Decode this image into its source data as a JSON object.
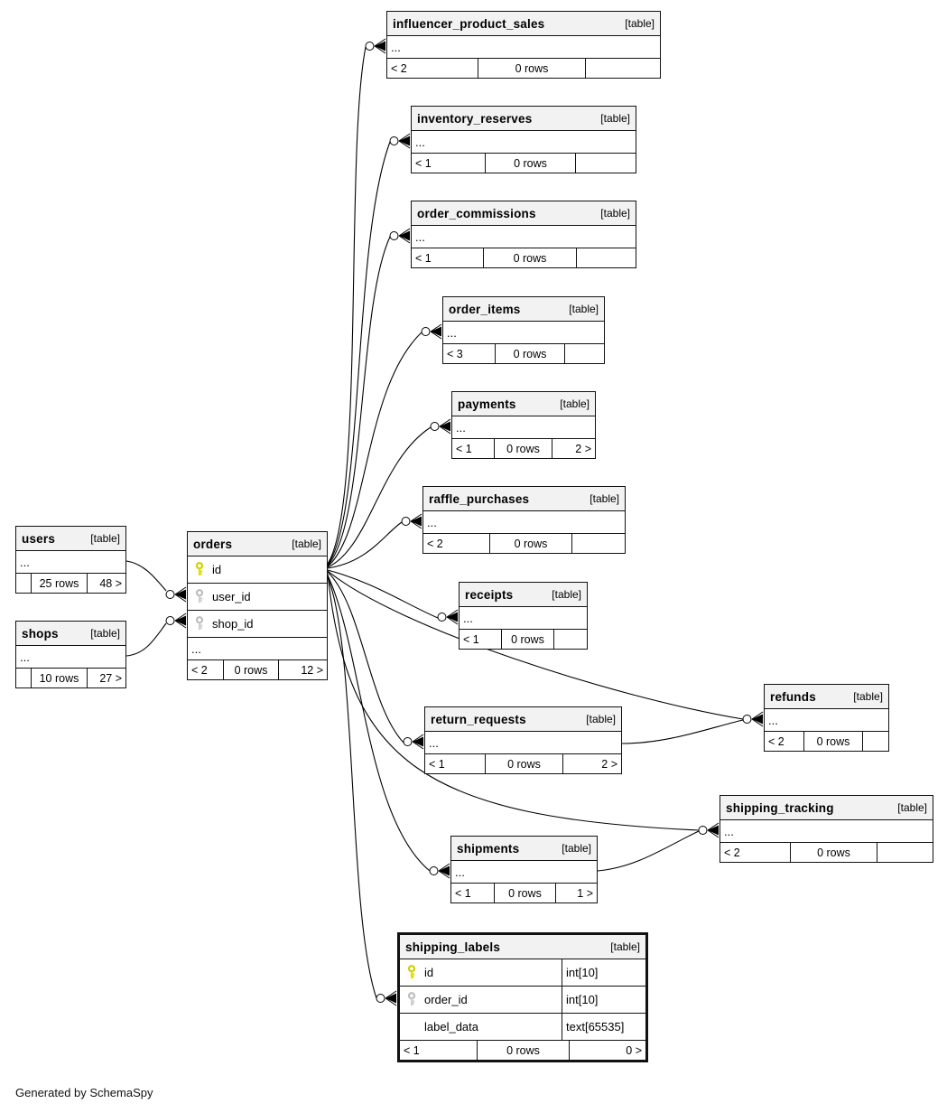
{
  "footer_note": "Generated by SchemaSpy",
  "colors": {
    "pk_key": "#e0e000",
    "fk_key": "#cfcfcf",
    "header_bg": "#f2f2f2",
    "border": "#111111"
  },
  "tables": {
    "influencer_product_sales": {
      "name": "influencer_product_sales",
      "tag": "[table]",
      "ellipsis": "...",
      "footer": {
        "parents": "< 2",
        "rows": "0 rows",
        "children": ""
      }
    },
    "inventory_reserves": {
      "name": "inventory_reserves",
      "tag": "[table]",
      "ellipsis": "...",
      "footer": {
        "parents": "< 1",
        "rows": "0 rows",
        "children": ""
      }
    },
    "order_commissions": {
      "name": "order_commissions",
      "tag": "[table]",
      "ellipsis": "...",
      "footer": {
        "parents": "< 1",
        "rows": "0 rows",
        "children": ""
      }
    },
    "order_items": {
      "name": "order_items",
      "tag": "[table]",
      "ellipsis": "...",
      "footer": {
        "parents": "< 3",
        "rows": "0 rows",
        "children": ""
      }
    },
    "payments": {
      "name": "payments",
      "tag": "[table]",
      "ellipsis": "...",
      "footer": {
        "parents": "< 1",
        "rows": "0 rows",
        "children": "2 >"
      }
    },
    "raffle_purchases": {
      "name": "raffle_purchases",
      "tag": "[table]",
      "ellipsis": "...",
      "footer": {
        "parents": "< 2",
        "rows": "0 rows",
        "children": ""
      }
    },
    "receipts": {
      "name": "receipts",
      "tag": "[table]",
      "ellipsis": "...",
      "footer": {
        "parents": "< 1",
        "rows": "0 rows",
        "children": ""
      }
    },
    "users": {
      "name": "users",
      "tag": "[table]",
      "ellipsis": "...",
      "footer": {
        "parents": "",
        "rows": "25 rows",
        "children": "48 >"
      }
    },
    "shops": {
      "name": "shops",
      "tag": "[table]",
      "ellipsis": "...",
      "footer": {
        "parents": "",
        "rows": "10 rows",
        "children": "27 >"
      }
    },
    "orders": {
      "name": "orders",
      "tag": "[table]",
      "ellipsis": "...",
      "columns": [
        {
          "icon": "primary-key",
          "name": "id"
        },
        {
          "icon": "foreign-key",
          "name": "user_id"
        },
        {
          "icon": "foreign-key",
          "name": "shop_id"
        }
      ],
      "footer": {
        "parents": "< 2",
        "rows": "0 rows",
        "children": "12 >"
      }
    },
    "refunds": {
      "name": "refunds",
      "tag": "[table]",
      "ellipsis": "...",
      "footer": {
        "parents": "< 2",
        "rows": "0 rows",
        "children": ""
      }
    },
    "return_requests": {
      "name": "return_requests",
      "tag": "[table]",
      "ellipsis": "...",
      "footer": {
        "parents": "< 1",
        "rows": "0 rows",
        "children": "2 >"
      }
    },
    "shipping_tracking": {
      "name": "shipping_tracking",
      "tag": "[table]",
      "ellipsis": "...",
      "footer": {
        "parents": "< 2",
        "rows": "0 rows",
        "children": ""
      }
    },
    "shipments": {
      "name": "shipments",
      "tag": "[table]",
      "ellipsis": "...",
      "footer": {
        "parents": "< 1",
        "rows": "0 rows",
        "children": "1 >"
      }
    },
    "shipping_labels": {
      "name": "shipping_labels",
      "tag": "[table]",
      "columns": [
        {
          "icon": "primary-key",
          "name": "id",
          "type": "int[10]"
        },
        {
          "icon": "foreign-key",
          "name": "order_id",
          "type": "int[10]"
        },
        {
          "icon": "",
          "name": "label_data",
          "type": "text[65535]"
        }
      ],
      "footer": {
        "parents": "< 1",
        "rows": "0 rows",
        "children": "0 >"
      }
    }
  },
  "relationships": [
    {
      "from": "users",
      "to": "orders"
    },
    {
      "from": "shops",
      "to": "orders"
    },
    {
      "from": "orders",
      "to": "influencer_product_sales"
    },
    {
      "from": "orders",
      "to": "inventory_reserves"
    },
    {
      "from": "orders",
      "to": "order_commissions"
    },
    {
      "from": "orders",
      "to": "order_items"
    },
    {
      "from": "orders",
      "to": "payments"
    },
    {
      "from": "orders",
      "to": "raffle_purchases"
    },
    {
      "from": "orders",
      "to": "receipts"
    },
    {
      "from": "orders",
      "to": "return_requests"
    },
    {
      "from": "orders",
      "to": "refunds"
    },
    {
      "from": "orders",
      "to": "shipping_tracking"
    },
    {
      "from": "orders",
      "to": "shipments"
    },
    {
      "from": "orders",
      "to": "shipping_labels"
    },
    {
      "from": "return_requests",
      "to": "refunds"
    },
    {
      "from": "shipments",
      "to": "shipping_tracking"
    }
  ]
}
